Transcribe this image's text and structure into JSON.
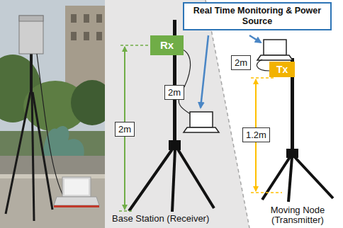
{
  "diagram": {
    "nodes": [
      {
        "text": [
          "Real Time Monitoring & Power Source"
        ]
      },
      {
        "text": [
          "Rx"
        ]
      },
      {
        "text": [
          "2m"
        ]
      },
      {
        "text": [
          "2m"
        ]
      },
      {
        "text": [
          "Tx"
        ]
      },
      {
        "text": [
          "2m"
        ]
      },
      {
        "text": [
          "1.2m"
        ]
      }
    ],
    "labels": [
      "Base Station (Receiver)",
      "Moving Node (Transmitter)"
    ]
  }
}
